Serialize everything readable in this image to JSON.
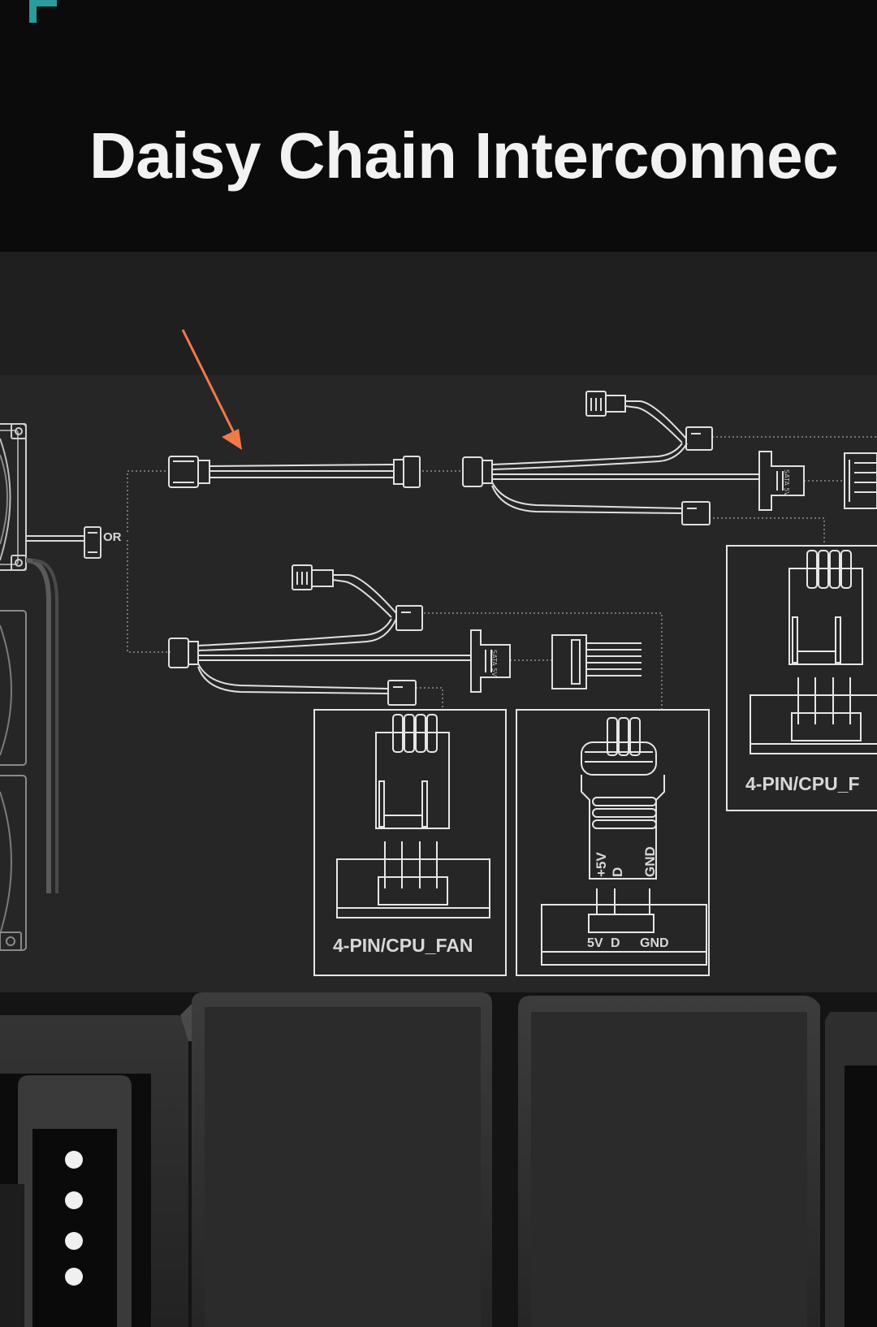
{
  "page": {
    "title": "Daisy Chain Interconnec",
    "brand_color": "#2a9c9c"
  },
  "diagram": {
    "or_label": "OR",
    "left_header_label": "4-PIN/CPU_FAN",
    "right_header_label": "4-PIN/CPU_F",
    "argb_header_top_labels": [
      "+5V",
      "D",
      "GND"
    ],
    "argb_header_bottom_labels": [
      "5V",
      "D",
      "GND"
    ],
    "connector_text": "SATA 5V",
    "annotation_color": "#f07a4a",
    "line_color": "#d9d9d9"
  },
  "hub": {
    "port_pins": 4
  }
}
